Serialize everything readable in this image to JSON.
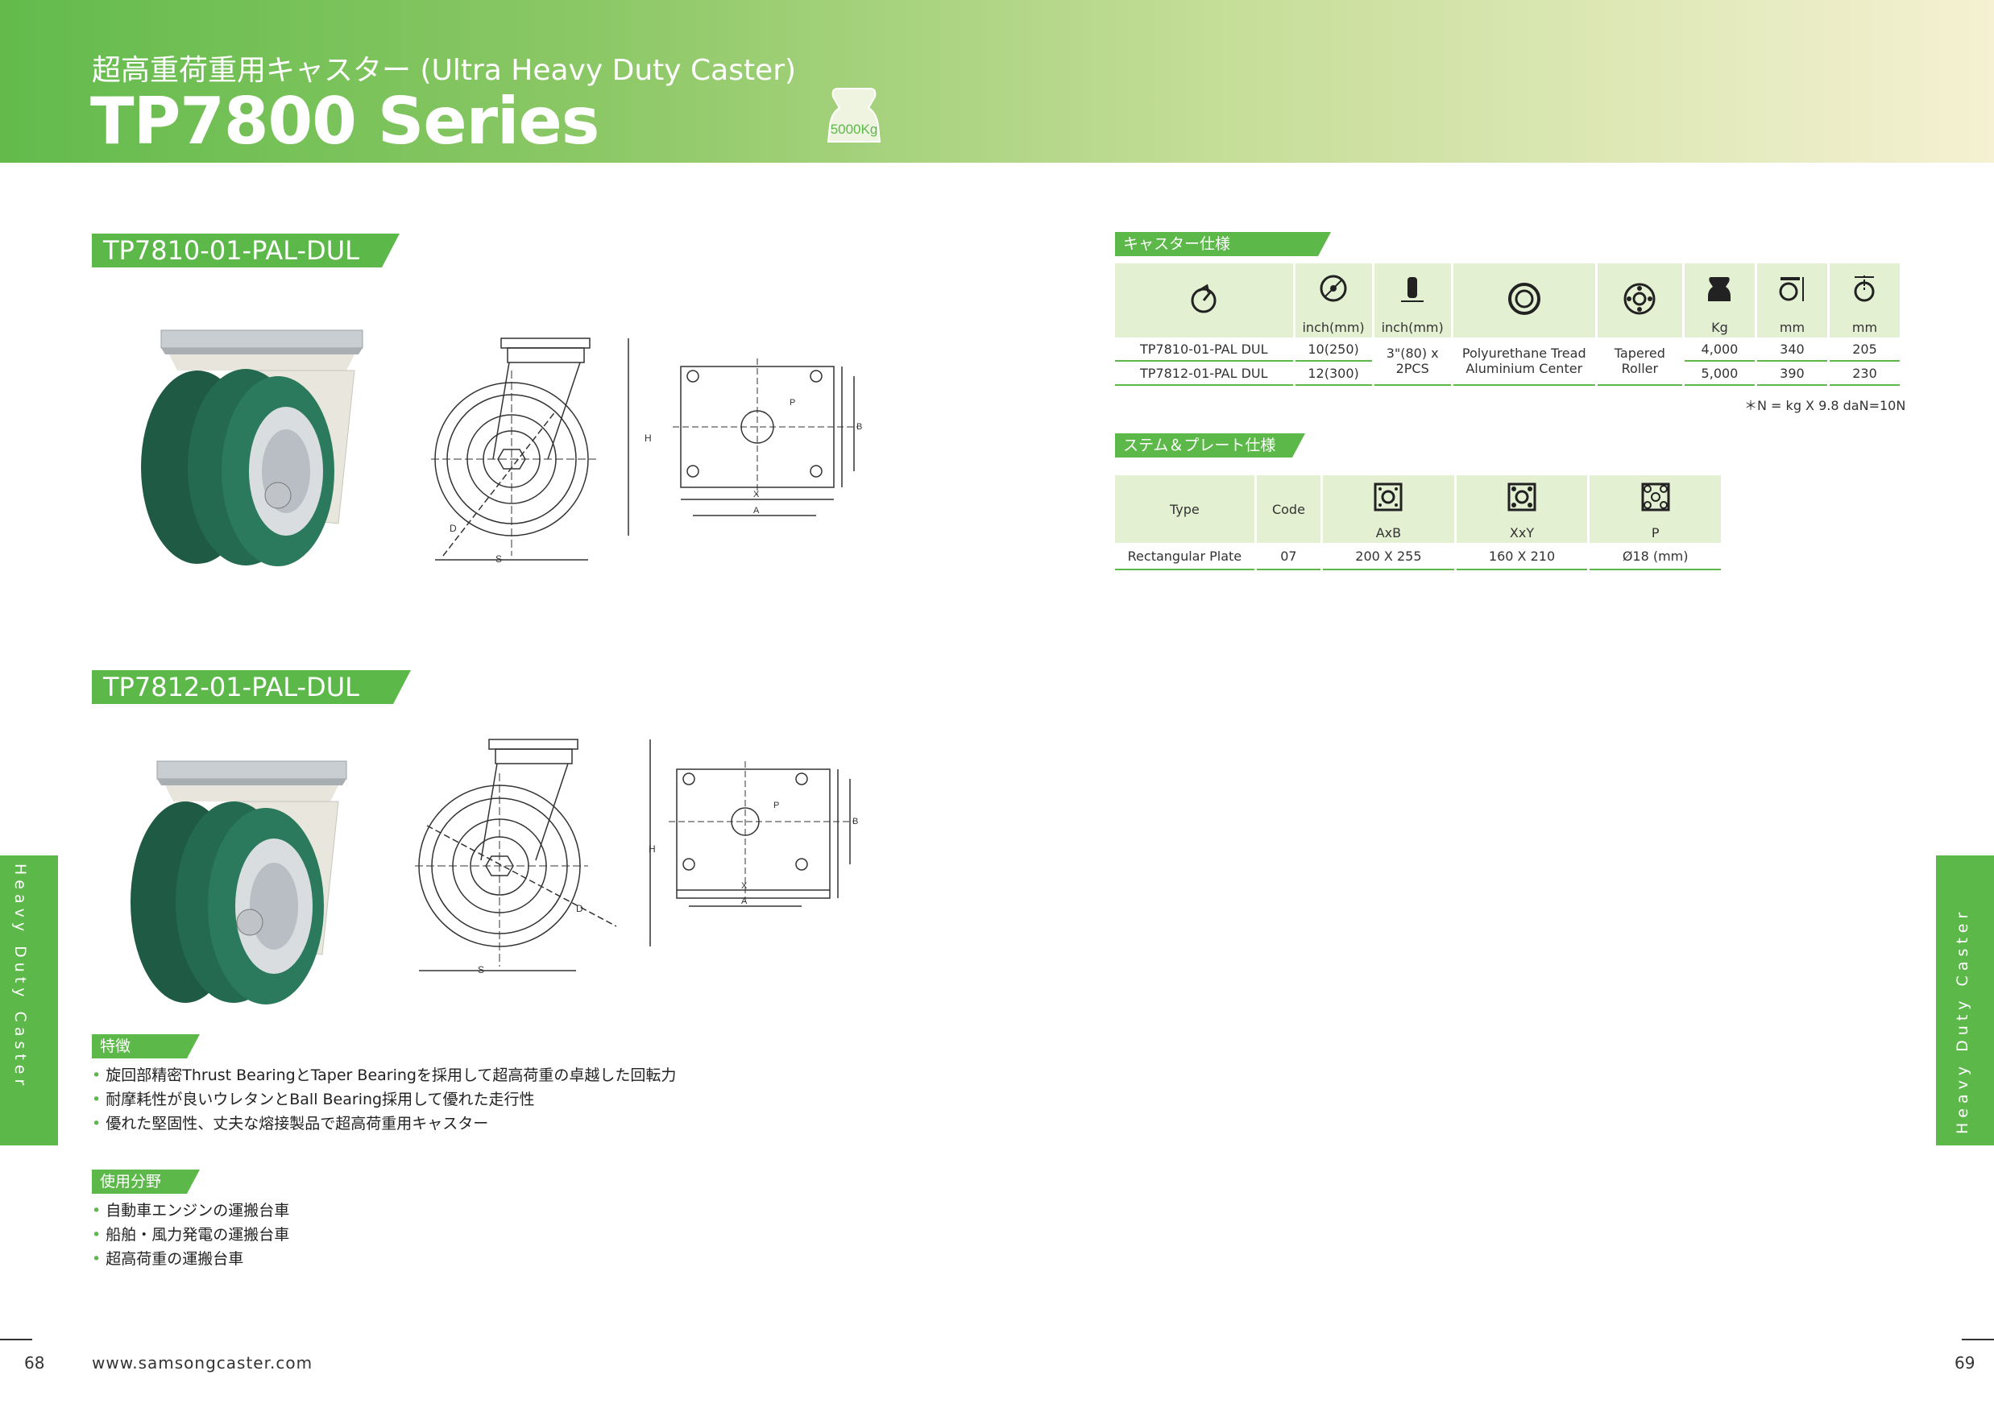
{
  "header": {
    "subtitle": "超高重荷重用キャスター (Ultra Heavy  Duty Caster)",
    "title": "TP7800 Series",
    "weight_badge": "5000Kg"
  },
  "products": [
    {
      "code": "TP7810-01-PAL-DUL"
    },
    {
      "code": "TP7812-01-PAL-DUL"
    }
  ],
  "drawing_labels": {
    "H": "H",
    "S": "S",
    "D": "D",
    "X": "X",
    "A": "A",
    "B": "B",
    "P": "P"
  },
  "caster_spec": {
    "tab": "キャスター仕様",
    "units": [
      "inch(mm)",
      "inch(mm)",
      "Kg",
      "mm",
      "mm"
    ],
    "rows": [
      {
        "model": "TP7810-01-PAL DUL",
        "diameter": "10(250)",
        "load": "4,000",
        "height": "340",
        "offset": "205"
      },
      {
        "model": "TP7812-01-PAL DUL",
        "diameter": "12(300)",
        "load": "5,000",
        "height": "390",
        "offset": "230"
      }
    ],
    "width_line1": "3\"(80) x",
    "width_line2": "2PCS",
    "material_line1": "Polyurethane Tread",
    "material_line2": "Aluminium Center",
    "bearing_line1": "Tapered",
    "bearing_line2": "Roller",
    "note": "＊N = kg X 9.8  daN=10N"
  },
  "plate_spec": {
    "tab": "ステム＆プレート仕様",
    "headers": {
      "type": "Type",
      "code": "Code"
    },
    "sub_headers": [
      "AxB",
      "XxY",
      "P"
    ],
    "row": {
      "type": "Rectangular Plate",
      "code": "07",
      "axb": "200 X 255",
      "xxy": "160 X 210",
      "p": "Ø18 (mm)"
    }
  },
  "features": {
    "tab": "特徴",
    "items": [
      "旋回部精密Thrust BearingとTaper Bearingを採用して超高荷重の卓越した回転力",
      "耐摩耗性が良いウレタンとBall Bearing採用して優れた走行性",
      "優れた堅固性、丈夫な熔接製品で超高荷重用キャスター"
    ]
  },
  "applications": {
    "tab": "使用分野",
    "items": [
      "自動車エンジンの運搬台車",
      "船舶・風力発電の運搬台車",
      "超高荷重の運搬台車"
    ]
  },
  "footer": {
    "website": "www.samsongcaster.com",
    "page_left": "68",
    "page_right": "69",
    "side_label": "Heavy Duty Caster"
  },
  "colors": {
    "accent": "#5db84a",
    "table_header": "#e4f0d2"
  },
  "icons": [
    "swivel-icon",
    "wheel-diameter-icon",
    "wheel-width-icon",
    "tread-material-icon",
    "bearing-icon",
    "load-capacity-icon",
    "height-icon",
    "offset-icon",
    "plate-axb-icon",
    "plate-xxy-icon",
    "plate-hole-icon"
  ]
}
